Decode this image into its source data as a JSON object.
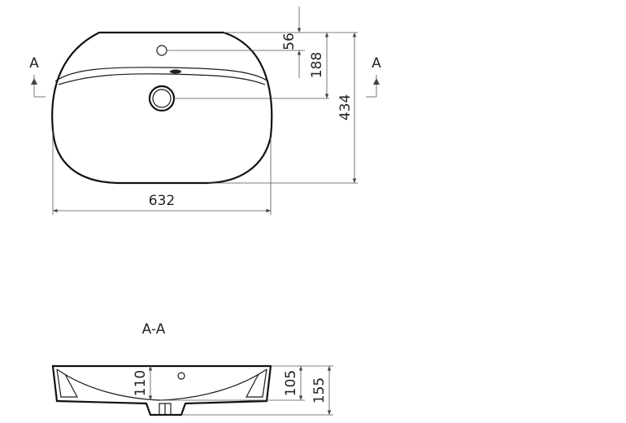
{
  "top_view": {
    "section_left": "A",
    "section_right": "A",
    "dims": {
      "width": "632",
      "height": "434",
      "tap_hole": "56",
      "drain": "188"
    }
  },
  "section_view": {
    "title": "A-A",
    "dims": {
      "depth_inner": "110",
      "depth_105": "105",
      "total_height": "155"
    }
  },
  "colors": {
    "line": "#1a1a1a",
    "dim": "#555555",
    "background": "#ffffff"
  }
}
